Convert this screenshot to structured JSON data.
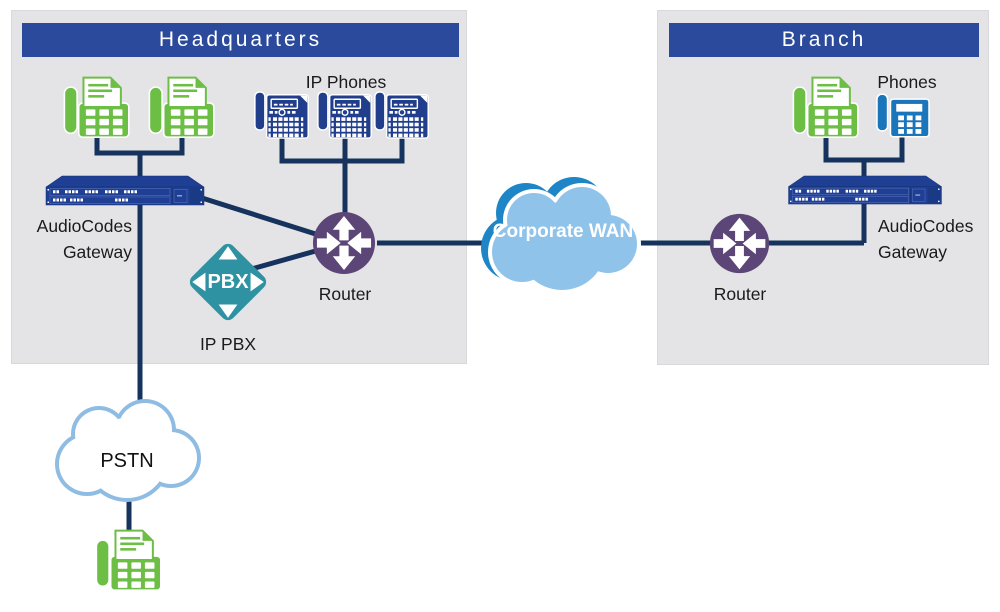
{
  "colors": {
    "header_blue": "#2B4A9B",
    "site_bg": "#E4E3E6",
    "line_navy": "#16335E",
    "phone_green": "#6CBE45",
    "ipphone_navy": "#203E8C",
    "gateway_navy": "#1F3F94",
    "phone_blue": "#1B75BB",
    "router_purple": "#5C4677",
    "pbx_teal": "#2E92A3",
    "wan_fill": "#8FC3EA",
    "wan_accent": "#1E86C6",
    "pstn_border": "#8FBCE3",
    "label_text": "#1A1A1A",
    "white": "#FFFFFF"
  },
  "hq": {
    "title": "Headquarters",
    "ip_phones_label": "IP Phones",
    "gateway_label": [
      "AudioCodes",
      "Gateway"
    ],
    "pbx_label": "PBX",
    "ip_pbx_label": "IP PBX",
    "router_label": "Router"
  },
  "branch": {
    "title": "Branch",
    "phones_label": "Phones",
    "gateway_label": [
      "AudioCodes",
      "Gateway"
    ],
    "router_label": "Router"
  },
  "wan": {
    "label": [
      "Corporate",
      "WAN"
    ]
  },
  "pstn": {
    "label": "PSTN"
  },
  "icons": {
    "analog_phone": "green-fax-phone-icon",
    "ip_phone": "navy-ip-phone-icon",
    "desk_phone": "blue-desk-phone-icon",
    "gateway": "rack-gateway-icon",
    "router": "router-arrows-icon",
    "pbx": "pbx-diamond-icon",
    "wan_cloud": "cloud-icon",
    "pstn_cloud": "cloud-icon"
  }
}
